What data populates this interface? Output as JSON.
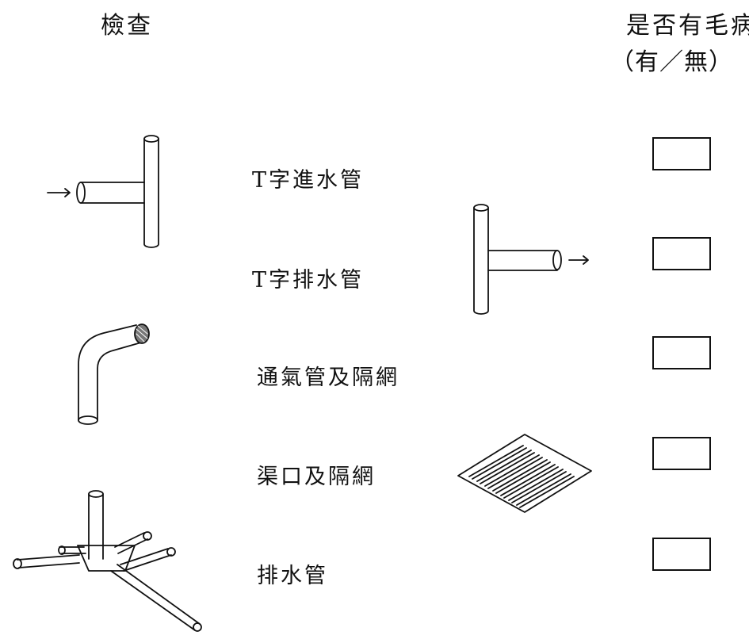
{
  "header": {
    "inspect": "檢查",
    "condition_line1": "是否有毛病",
    "condition_line2": "（有／無）"
  },
  "items": [
    {
      "label": "T字進水管",
      "icon": "t-inlet-pipe-icon"
    },
    {
      "label": "T字排水管",
      "icon": "t-outlet-pipe-icon"
    },
    {
      "label": "通氣管及隔網",
      "icon": "vent-pipe-screen-icon"
    },
    {
      "label": "渠口及隔網",
      "icon": "drain-grate-icon"
    },
    {
      "label": "排水管",
      "icon": "drainage-pipes-icon"
    }
  ]
}
